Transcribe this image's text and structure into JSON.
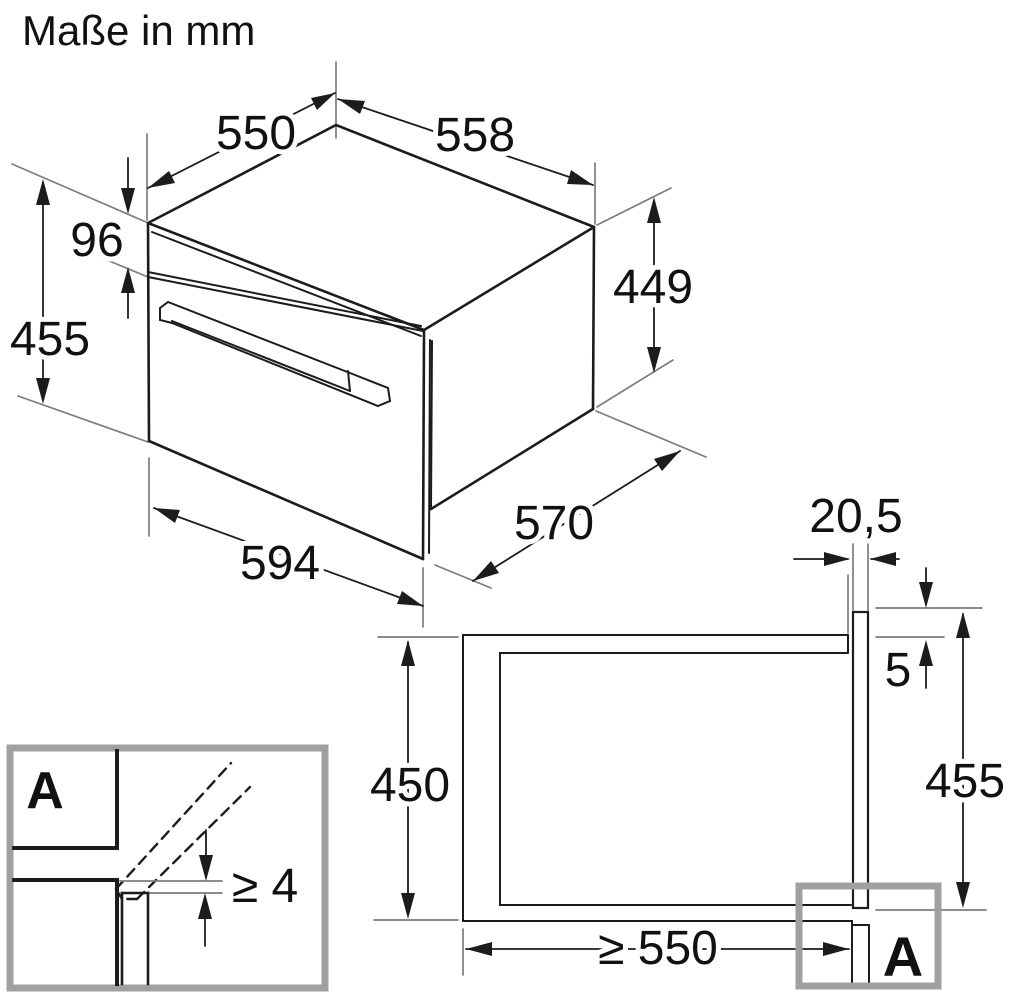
{
  "title": "Maße in mm",
  "iso_view": {
    "top_width": "550",
    "top_depth": "558",
    "fascia_height": "96",
    "front_height": "455",
    "body_height": "449",
    "front_width": "594",
    "body_depth": "570"
  },
  "section_view": {
    "niche_height": "450",
    "front_protrusion": "20,5",
    "top_gap": "5",
    "front_panel_height": "455",
    "min_niche_depth": "≥ 550",
    "detail_marker": "A"
  },
  "detail_view": {
    "marker": "A",
    "min_clearance": "≥ 4"
  },
  "colors": {
    "line": "#1c1c1c",
    "tick": "#7d7d7d",
    "detail_box": "#a0a0a0",
    "background": "#ffffff"
  }
}
